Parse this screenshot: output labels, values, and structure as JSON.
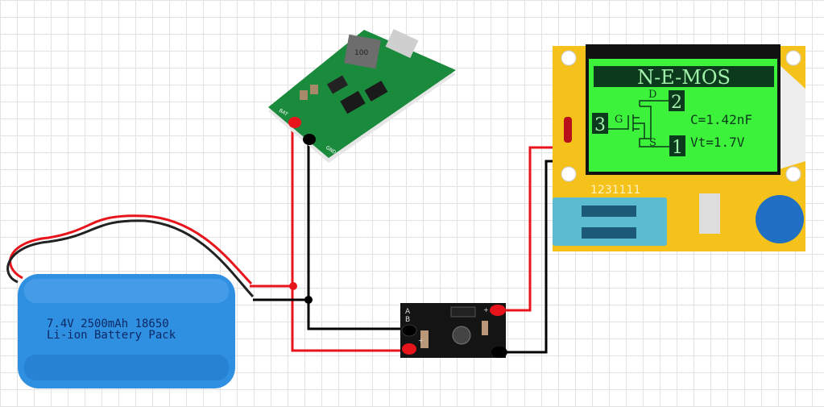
{
  "battery": {
    "line1": "7.4V  2500mAh 18650",
    "line2": "Li-ion Battery Pack",
    "color": "#2f8fe0"
  },
  "charger_module": {
    "pad_bat": "BAT",
    "pad_gnd": "GND",
    "inductor": "100",
    "color": "#1a8a3c"
  },
  "boost_module": {
    "label_a": "A",
    "label_b": "B",
    "minus": "-",
    "plus_in": "+",
    "plus_out": "+",
    "color": "#141414"
  },
  "tester": {
    "screen_title": "N-E-MOS",
    "pin_gate": "3",
    "pin_drain": "2",
    "pin_source": "1",
    "label_g": "G",
    "label_d": "D",
    "label_s": "S",
    "capacitance": "C=1.42nF",
    "threshold": "Vt=1.7V",
    "board_text": "1231111",
    "screen_color": "#3df23a",
    "board_color": "#f5c21c"
  },
  "wires": {
    "positive": "#e8141c",
    "negative": "#000000"
  }
}
